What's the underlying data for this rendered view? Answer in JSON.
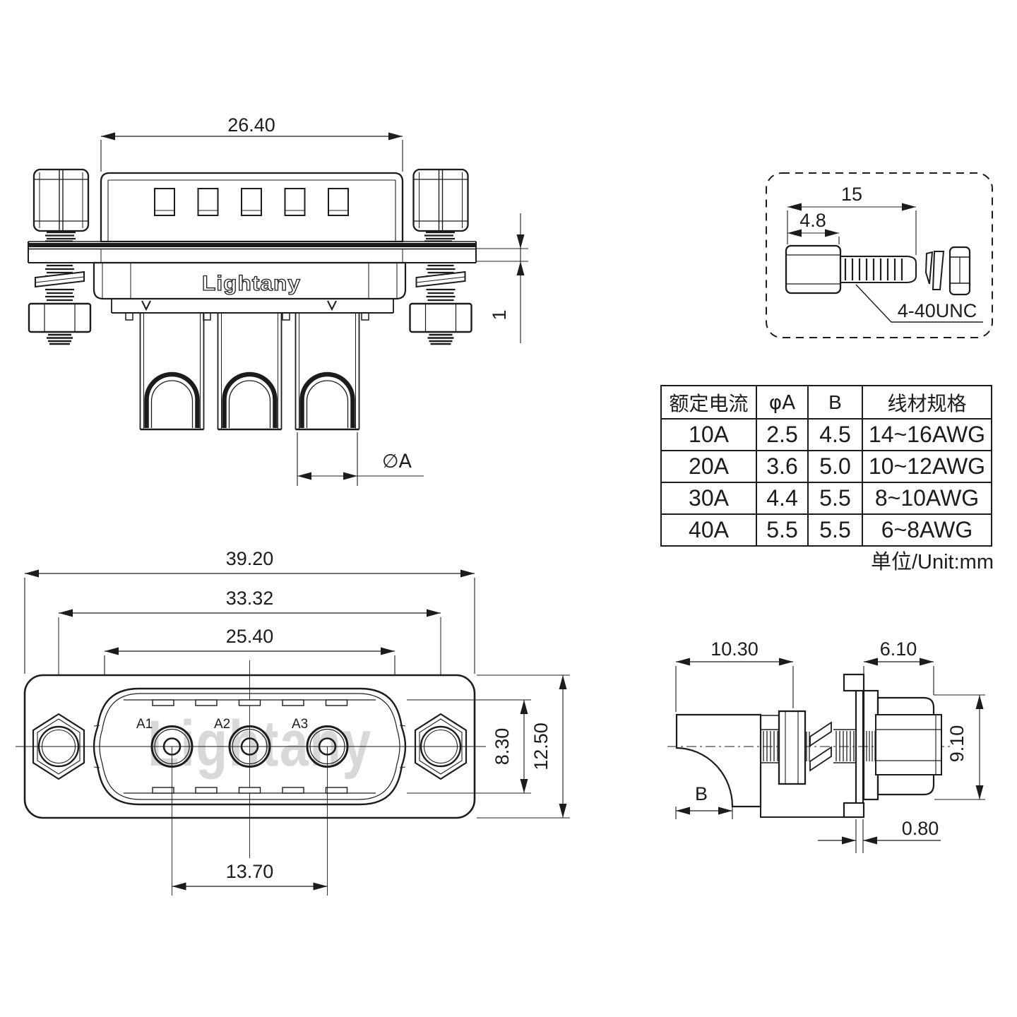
{
  "brand_watermark": "Lightany",
  "top_view": {
    "dim_body_width": "26.40",
    "dim_plate_thickness": "1",
    "dim_solder_cup": "∅A"
  },
  "screw_detail": {
    "dim_total_length": "15",
    "dim_head_length": "4.8",
    "thread_spec": "4-40UNC"
  },
  "front_view": {
    "dim_flange_width": "39.20",
    "dim_mount_hole_pitch": "33.32",
    "dim_shell_width": "25.40",
    "dim_pin_span": "13.70",
    "dim_shell_height": "8.30",
    "dim_flange_height": "12.50",
    "pin_labels": [
      "A1",
      "A2",
      "A3"
    ]
  },
  "side_view": {
    "dim_rear_length": "10.30",
    "dim_front_length": "6.10",
    "dim_barrel_diameter": "9.10",
    "dim_cup_label": "B",
    "dim_plate_thickness": "0.80"
  },
  "spec_table": {
    "headers": [
      "额定电流",
      "φA",
      "B",
      "线材规格"
    ],
    "rows": [
      [
        "10A",
        "2.5",
        "4.5",
        "14~16AWG"
      ],
      [
        "20A",
        "3.6",
        "5.0",
        "10~12AWG"
      ],
      [
        "30A",
        "4.4",
        "5.5",
        "8~10AWG"
      ],
      [
        "40A",
        "5.5",
        "5.5",
        "6~8AWG"
      ]
    ],
    "unit_note": "单位/Unit:mm"
  }
}
